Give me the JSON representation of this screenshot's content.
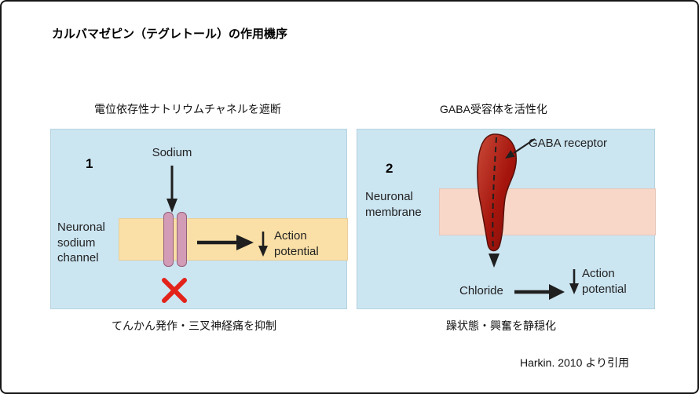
{
  "title": "カルバマゼピン（テグレトール）の作用機序",
  "footer": "Harkin. 2010 より引用",
  "panels": {
    "left": {
      "caption_top": "電位依存性ナトリウムチャネルを遮断",
      "number": "1",
      "sodium": "Sodium",
      "channel_label": "Neuronal\nsodium\nchannel",
      "action": "Action\npotential",
      "caption_bottom": "てんかん発作・三叉神経痛を抑制"
    },
    "right": {
      "caption_top": "GABA受容体を活性化",
      "number": "2",
      "receptor": "GABA receptor",
      "membrane_label": "Neuronal\nmembrane",
      "chloride": "Chloride",
      "action": "Action\npotential",
      "caption_bottom": "躁状態・興奮を静穏化"
    }
  },
  "colors": {
    "panel_blue": "#cbe5f1",
    "panel_border": "#b5d2df",
    "membrane_orange": "#fadfa6",
    "membrane_pink": "#f8d7c9",
    "channel_pink": "#d29cb6",
    "channel_outline": "#95607a",
    "receptor_red": "#a6150d",
    "x_red": "#e3231a",
    "arrow_black": "#1f1f1f",
    "text_dark": "#1f1f1f"
  }
}
